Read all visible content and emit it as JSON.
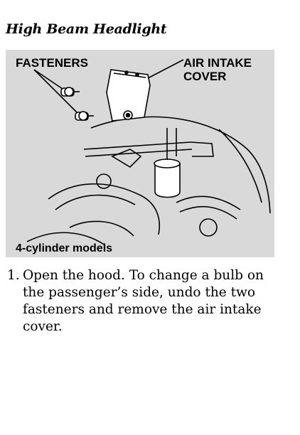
{
  "heading": "High Beam Headlight",
  "figure": {
    "label_fasteners": "FASTENERS",
    "label_cover_line1": "AIR INTAKE",
    "label_cover_line2": "COVER",
    "caption": "4-cylinder models"
  },
  "steps": [
    {
      "number": "1.",
      "text": "Open the hood. To change a bulb on the passenger’s side, undo the two fasteners and remove the air intake cover."
    }
  ]
}
